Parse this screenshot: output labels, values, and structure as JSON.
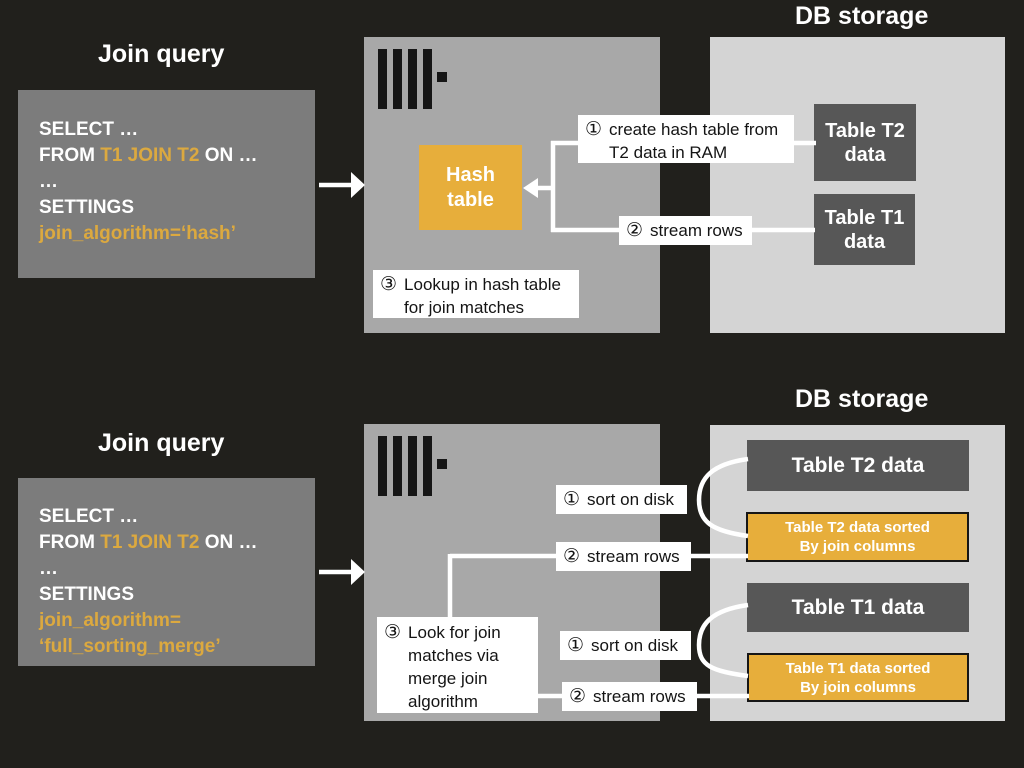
{
  "palette": {
    "background": "#21201c",
    "query_box_gray": "#7c7c7c",
    "server_box_gray": "#a8a8a8",
    "db_box_gray": "#d4d4d4",
    "table_box_dark": "#575757",
    "amber": "#e7ae3b",
    "code_yellow": "#dca93f",
    "connector_white": "#ffffff",
    "icon_black": "#161616"
  },
  "hash_join": {
    "title": "Join query",
    "db_title": "DB storage",
    "query": {
      "line1": "SELECT …",
      "line2_from": "FROM ",
      "line2_tables": "T1 JOIN T2",
      "line2_on": " ON …",
      "line3": "…",
      "line4": "SETTINGS",
      "line5": "join_algorithm=‘hash’"
    },
    "hash_table": {
      "line1": "Hash",
      "line2": "table"
    },
    "step_create": {
      "num": "①",
      "line1": "create hash table from",
      "line2": "T2 data in RAM"
    },
    "step_stream": {
      "num": "②",
      "line1": "stream rows"
    },
    "step_lookup": {
      "num": "③",
      "line1": "Lookup in hash table",
      "line2": "for join matches"
    },
    "table_t2": {
      "line1": "Table T2",
      "line2": "data"
    },
    "table_t1": {
      "line1": "Table T1",
      "line2": "data"
    }
  },
  "merge_join": {
    "title": "Join query",
    "db_title": "DB storage",
    "query": {
      "line1": "SELECT …",
      "line2_from": "FROM ",
      "line2_tables": "T1 JOIN T2",
      "line2_on": " ON …",
      "line3": "…",
      "line4": "SETTINGS",
      "line5": "join_algorithm=",
      "line6": "‘full_sorting_merge’"
    },
    "step_sort_t2": {
      "num": "①",
      "line1": "sort on disk"
    },
    "step_stream_t2": {
      "num": "②",
      "line1": "stream rows"
    },
    "step_sort_t1": {
      "num": "①",
      "line1": "sort on disk"
    },
    "step_stream_t1": {
      "num": "②",
      "line1": "stream rows"
    },
    "step_merge": {
      "num": "③",
      "line1": "Look for join",
      "line2": "matches via",
      "line3": "merge join",
      "line4": "algorithm"
    },
    "table_t2": "Table T2 data",
    "table_t2_sorted": {
      "line1": "Table T2 data sorted",
      "line2": "By join columns"
    },
    "table_t1": "Table T1 data",
    "table_t1_sorted": {
      "line1": "Table T1 data sorted",
      "line2": "By join columns"
    }
  }
}
